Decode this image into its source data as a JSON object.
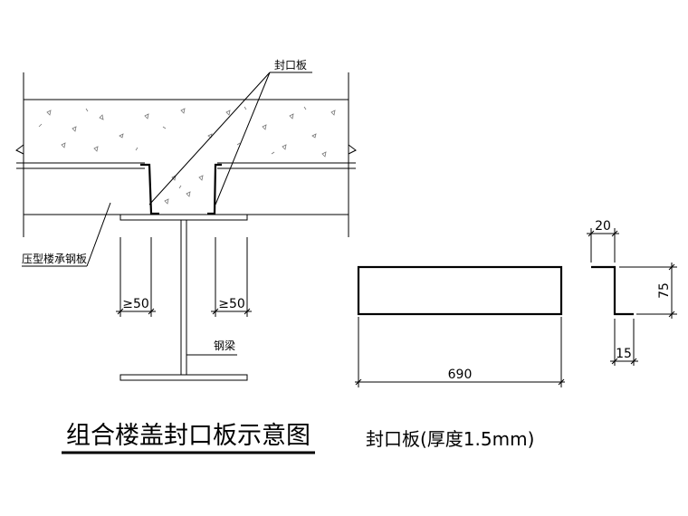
{
  "labels": {
    "closure_top": "封口板",
    "deck": "压型楼承钢板",
    "min_left": "≥50",
    "min_right": "≥50",
    "beam": "钢梁",
    "dim_width": "690",
    "dim_top": "20",
    "dim_height": "75",
    "dim_bottom": "15",
    "title": "组合楼盖封口板示意图",
    "subtitle": "封口板(厚度1.5mm)"
  }
}
